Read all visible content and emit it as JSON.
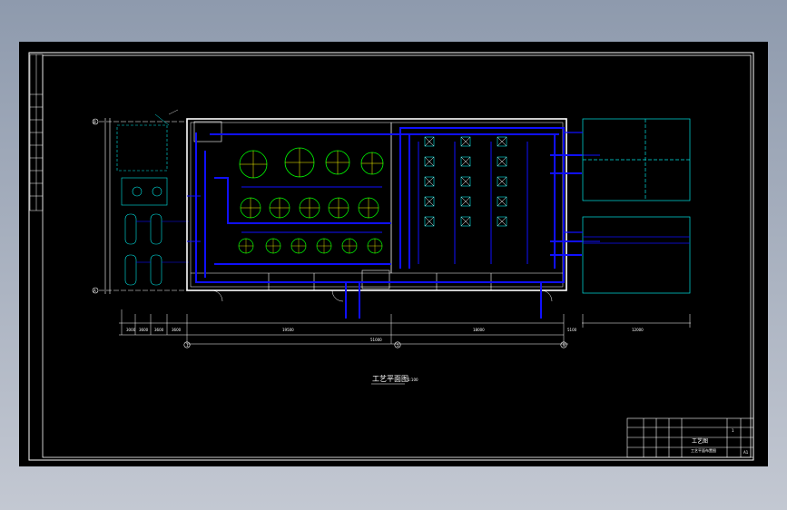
{
  "drawing": {
    "title": "工艺平面图",
    "title_scale": "1:100",
    "overall_dimension": "51000",
    "dims_left": [
      "3000",
      "3600",
      "3600",
      "3600"
    ],
    "dims_main": [
      "19500",
      "18000",
      "5100"
    ],
    "dims_right": "12000",
    "axis_labels": [
      "1",
      "5",
      "9"
    ],
    "row_labels": [
      "A",
      "B"
    ]
  },
  "title_block": {
    "project": "工艺图",
    "drawing_name": "工艺平面布置图",
    "sheet": "1",
    "revision": "A1"
  },
  "colors": {
    "background": "#000000",
    "wall": "#ffffff",
    "pipe": "#1010ff",
    "equipment_outline": "#00e5e5",
    "equipment_mark": "#00ff00",
    "symbol": "#ffff00",
    "accent": "#ff3030"
  }
}
